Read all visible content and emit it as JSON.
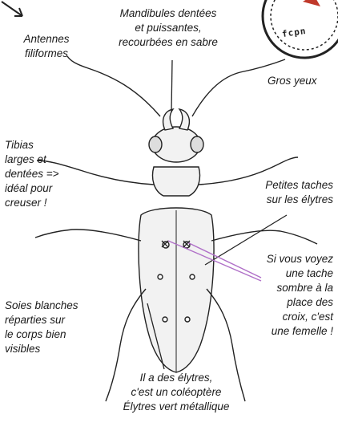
{
  "annotations": {
    "antennes": [
      "Antennes",
      "filiformes"
    ],
    "mandibules": [
      "Mandibules dentées",
      "et puissantes,",
      "recourbées en sabre"
    ],
    "yeux": [
      "Gros yeux"
    ],
    "tibias": [
      "Tibias",
      "larges et",
      "dentées =>",
      "idéal pour",
      "creuser !"
    ],
    "taches": [
      "Petites taches",
      "sur les élytres"
    ],
    "femelle": [
      "Si vous voyez",
      "une tache",
      "sombre à la",
      "place des",
      "croix, c'est",
      "une femelle !"
    ],
    "soies": [
      "Soies blanches",
      "réparties sur",
      "le corps bien",
      "visibles"
    ],
    "elytres": [
      "Il a des élytres,",
      "c'est un coléoptère",
      "Élytres vert métallique"
    ]
  },
  "stamp": {
    "text": "fcpn"
  },
  "colors": {
    "ink": "#1a1a1a",
    "pointer_purple": "#b070c8",
    "stamp_red": "#c0392b"
  }
}
